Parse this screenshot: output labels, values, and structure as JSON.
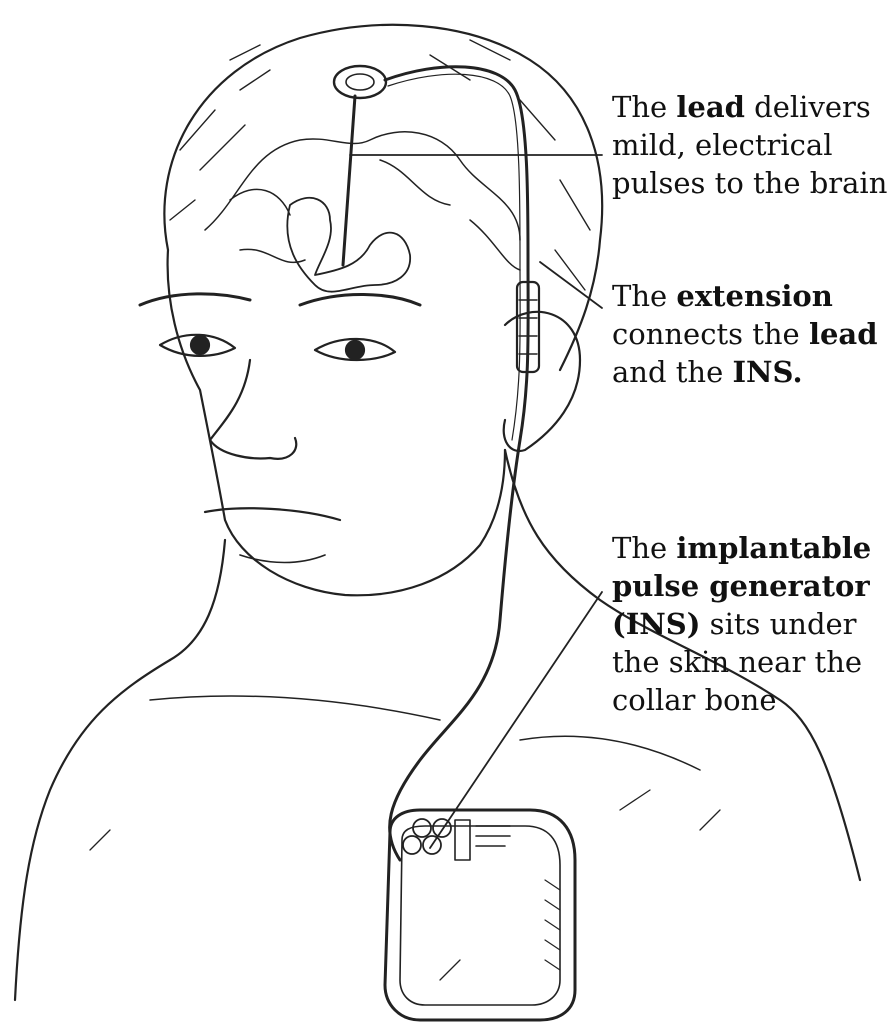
{
  "callouts": {
    "lead": {
      "line1_pre": "The ",
      "line1_bold": "lead",
      "line1_post": " delivers",
      "line2": "mild, electrical",
      "line3": "pulses to the brain."
    },
    "extension": {
      "line1_pre": "The ",
      "line1_bold": "extension",
      "line2_pre": "connects the ",
      "line2_bold": "lead",
      "line3_pre": "and the ",
      "line3_bold": "INS."
    },
    "ins": {
      "line1_pre": "The ",
      "line1_bold": "implantable",
      "line2_bold": "pulse generator",
      "line3_bold": "(INS)",
      "line3_post": " sits under",
      "line4": "the skin near the",
      "line5": "collar bone"
    }
  },
  "colors": {
    "ink": "#111111",
    "background": "#ffffff"
  }
}
